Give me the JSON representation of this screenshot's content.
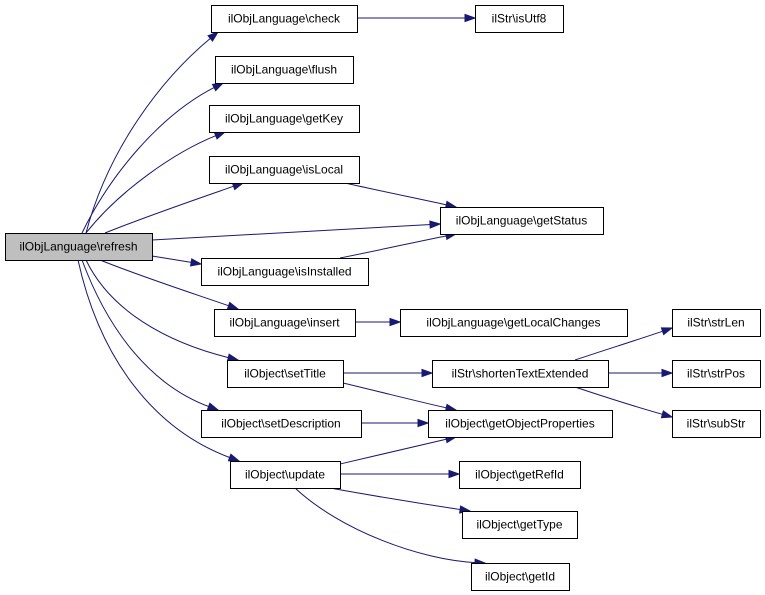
{
  "graph": {
    "nodes": [
      {
        "id": "refresh",
        "label": "ilObjLanguage\\refresh",
        "root": true
      },
      {
        "id": "check",
        "label": "ilObjLanguage\\check"
      },
      {
        "id": "isUtf8",
        "label": "ilStr\\isUtf8"
      },
      {
        "id": "flush",
        "label": "ilObjLanguage\\flush"
      },
      {
        "id": "getKey",
        "label": "ilObjLanguage\\getKey"
      },
      {
        "id": "isLocal",
        "label": "ilObjLanguage\\isLocal"
      },
      {
        "id": "getStatus",
        "label": "ilObjLanguage\\getStatus"
      },
      {
        "id": "isInstalled",
        "label": "ilObjLanguage\\isInstalled"
      },
      {
        "id": "insert",
        "label": "ilObjLanguage\\insert"
      },
      {
        "id": "getLocalChanges",
        "label": "ilObjLanguage\\getLocalChanges"
      },
      {
        "id": "setTitle",
        "label": "ilObject\\setTitle"
      },
      {
        "id": "shortenTextExtended",
        "label": "ilStr\\shortenTextExtended"
      },
      {
        "id": "strLen",
        "label": "ilStr\\strLen"
      },
      {
        "id": "strPos",
        "label": "ilStr\\strPos"
      },
      {
        "id": "subStr",
        "label": "ilStr\\subStr"
      },
      {
        "id": "setDescription",
        "label": "ilObject\\setDescription"
      },
      {
        "id": "getObjectProperties",
        "label": "ilObject\\getObjectProperties"
      },
      {
        "id": "update",
        "label": "ilObject\\update"
      },
      {
        "id": "getRefId",
        "label": "ilObject\\getRefId"
      },
      {
        "id": "getType",
        "label": "ilObject\\getType"
      },
      {
        "id": "getId",
        "label": "ilObject\\getId"
      }
    ],
    "edges": [
      {
        "from": "refresh",
        "to": "check"
      },
      {
        "from": "refresh",
        "to": "flush"
      },
      {
        "from": "refresh",
        "to": "getKey"
      },
      {
        "from": "refresh",
        "to": "isLocal"
      },
      {
        "from": "refresh",
        "to": "getStatus"
      },
      {
        "from": "refresh",
        "to": "isInstalled"
      },
      {
        "from": "refresh",
        "to": "insert"
      },
      {
        "from": "refresh",
        "to": "setTitle"
      },
      {
        "from": "refresh",
        "to": "setDescription"
      },
      {
        "from": "refresh",
        "to": "update"
      },
      {
        "from": "check",
        "to": "isUtf8"
      },
      {
        "from": "isLocal",
        "to": "getStatus"
      },
      {
        "from": "isInstalled",
        "to": "getStatus"
      },
      {
        "from": "insert",
        "to": "getLocalChanges"
      },
      {
        "from": "setTitle",
        "to": "shortenTextExtended"
      },
      {
        "from": "setTitle",
        "to": "getObjectProperties"
      },
      {
        "from": "shortenTextExtended",
        "to": "strLen"
      },
      {
        "from": "shortenTextExtended",
        "to": "strPos"
      },
      {
        "from": "shortenTextExtended",
        "to": "subStr"
      },
      {
        "from": "setDescription",
        "to": "getObjectProperties"
      },
      {
        "from": "update",
        "to": "getObjectProperties"
      },
      {
        "from": "update",
        "to": "getRefId"
      },
      {
        "from": "update",
        "to": "getType"
      },
      {
        "from": "update",
        "to": "getId"
      }
    ]
  },
  "colors": {
    "edge": "#191970",
    "root_fill": "#bfbfbf",
    "node_fill": "#ffffff",
    "node_border": "#000000"
  }
}
